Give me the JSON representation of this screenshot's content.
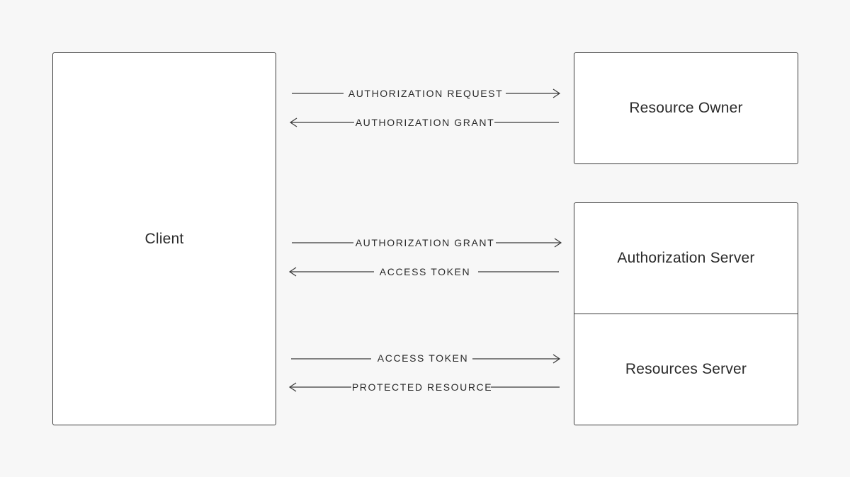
{
  "nodes": {
    "client": "Client",
    "resource_owner": "Resource Owner",
    "authorization_server": "Authorization Server",
    "resources_server": "Resources Server"
  },
  "flows": [
    {
      "label": "AUTHORIZATION REQUEST",
      "direction": "to-server"
    },
    {
      "label": "AUTHORIZATION GRANT",
      "direction": "to-client"
    },
    {
      "label": "AUTHORIZATION GRANT",
      "direction": "to-server"
    },
    {
      "label": "ACCESS TOKEN",
      "direction": "to-client"
    },
    {
      "label": "ACCESS TOKEN",
      "direction": "to-server"
    },
    {
      "label": "PROTECTED RESOURCE",
      "direction": "to-client"
    }
  ],
  "colors": {
    "background": "#f7f7f7",
    "box_fill": "#ffffff",
    "stroke": "#3a3a3a",
    "text": "#2a2a2a"
  }
}
